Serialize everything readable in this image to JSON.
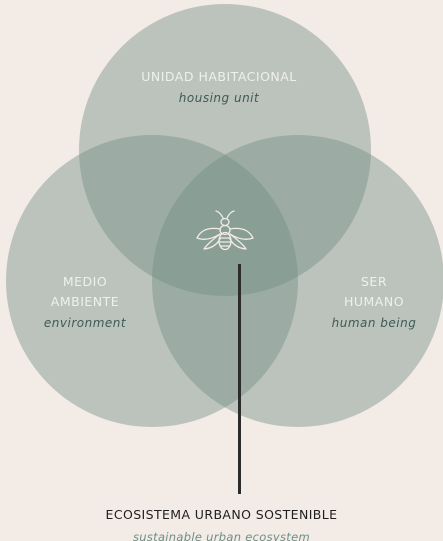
{
  "diagram": {
    "circles": [
      {
        "id": "unidad-habitacional",
        "title": "UNIDAD HABITACIONAL",
        "subtitle": "housing unit"
      },
      {
        "id": "medio-ambiente",
        "title_line1": "MEDIO",
        "title_line2": "AMBIENTE",
        "subtitle": "environment"
      },
      {
        "id": "ser-humano",
        "title_line1": "SER",
        "title_line2": "HUMANO",
        "subtitle": "human being"
      }
    ],
    "center_icon": "bee-icon",
    "caption": {
      "title": "ECOSISTEMA URBANO SOSTENIBLE",
      "subtitle": "sustainable urban ecosystem"
    },
    "colors": {
      "background": "#f3ebe6",
      "circle_fill": "#6f8c84",
      "title_text": "#eef0ec",
      "subtitle_text": "#3f5a56",
      "connector": "#2b2b2b",
      "caption_title": "#1f1f1f",
      "caption_subtitle": "#6d8f86"
    }
  }
}
